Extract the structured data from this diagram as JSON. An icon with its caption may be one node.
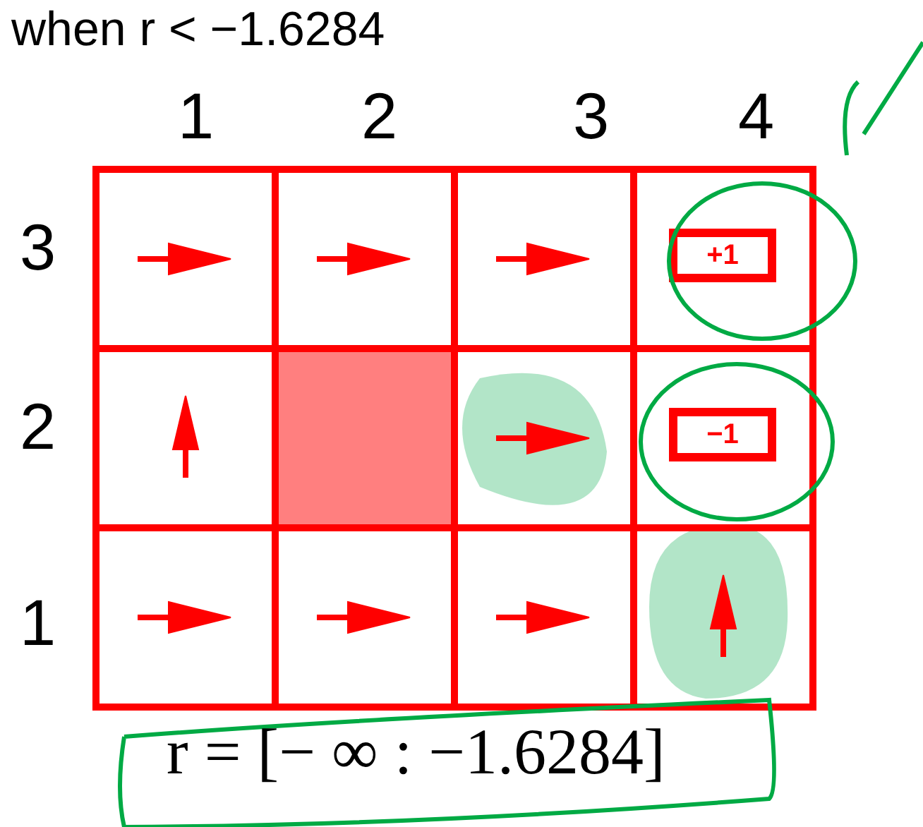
{
  "diagram": {
    "title": "when r < −1.6284",
    "labels": [
      "1",
      "2",
      "3",
      "4",
      "3",
      "+1",
      "2",
      "−1",
      "1",
      "r = [− ∞  : −1.6284]"
    ]
  }
}
